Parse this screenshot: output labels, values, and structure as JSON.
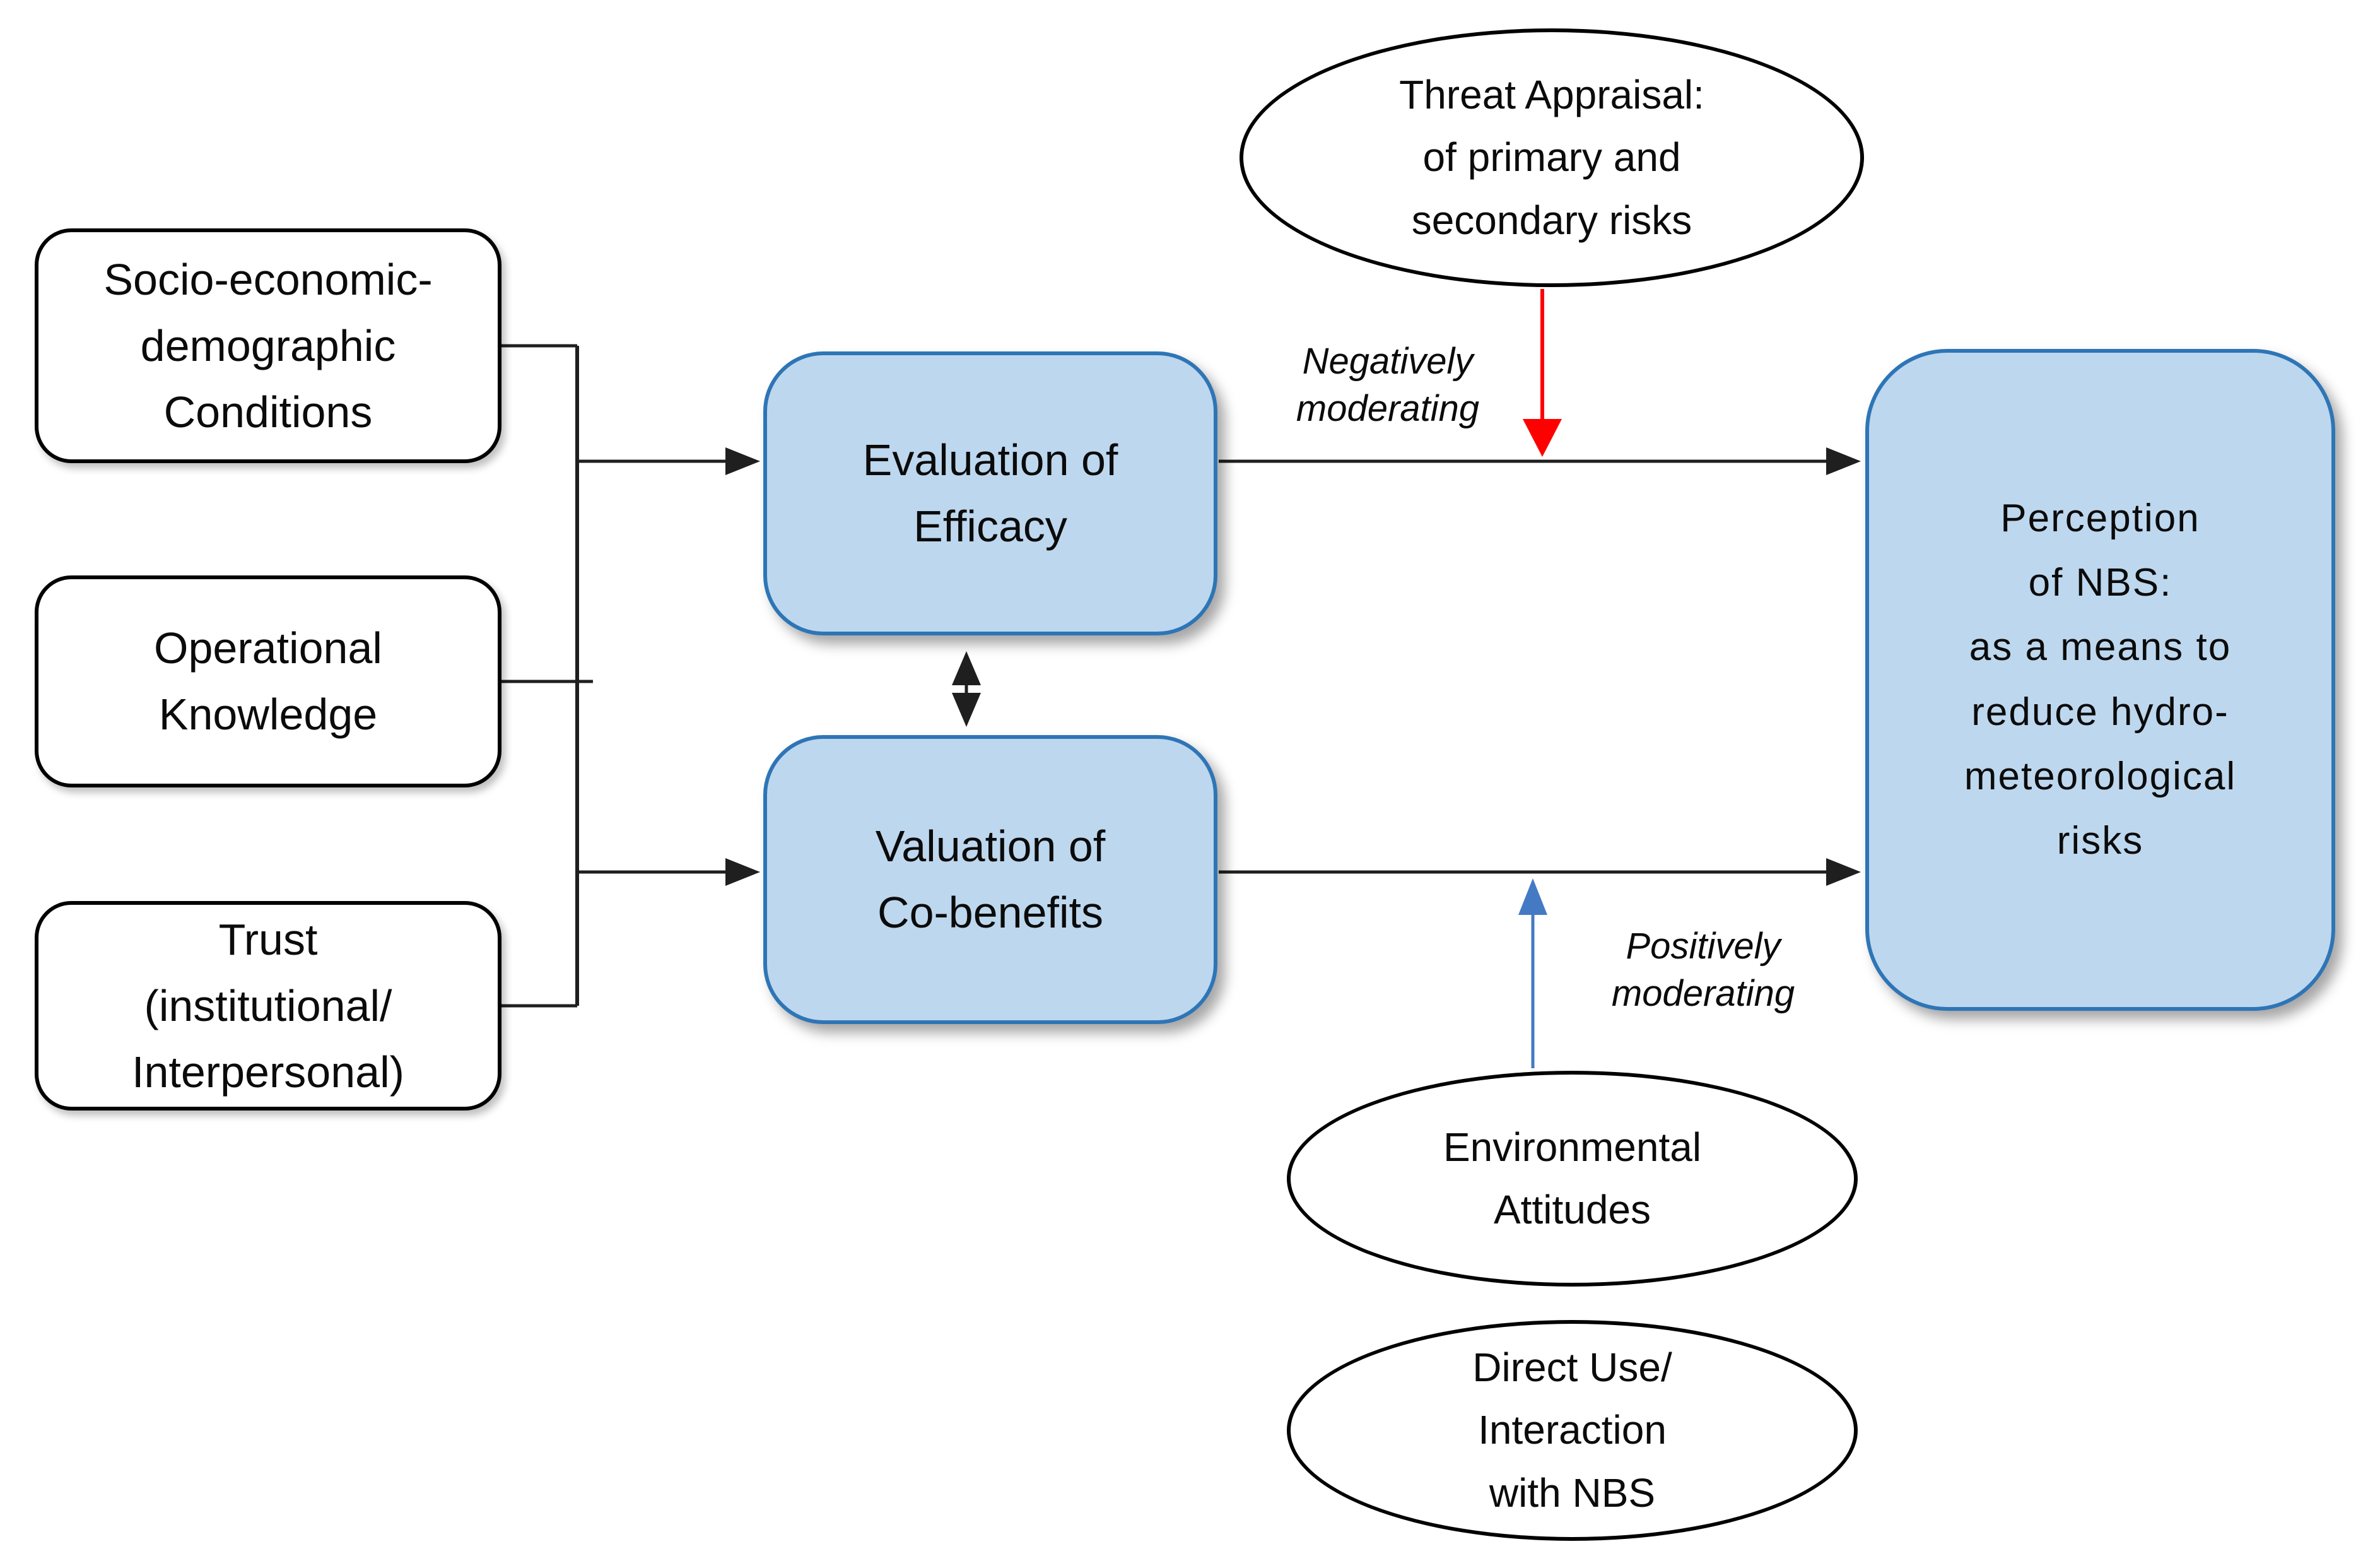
{
  "nodes": {
    "socio": {
      "label": "Socio-economic-\ndemographic\nConditions"
    },
    "operational": {
      "label": "Operational\nKnowledge"
    },
    "trust": {
      "label": "Trust\n(institutional/\nInterpersonal)"
    },
    "efficacy": {
      "label": "Evaluation of\nEfficacy"
    },
    "co_benefits": {
      "label": "Valuation of\nCo-benefits"
    },
    "perception": {
      "label": "Perception\nof NBS:\nas a means to\nreduce hydro-\nmeteorological\nrisks"
    },
    "threat": {
      "label": "Threat Appraisal:\nof primary and\nsecondary risks"
    },
    "environmental": {
      "label": "Environmental\nAttitudes"
    },
    "direct_use": {
      "label": "Direct Use/\nInteraction\nwith NBS"
    }
  },
  "annotations": {
    "negatively": "Negatively\nmoderating",
    "positively": "Positively\nmoderating"
  },
  "colors": {
    "node_fill": "#BDD7EE",
    "node_border": "#2E75B6",
    "arrow_black": "#1F1F1F",
    "arrow_red": "#FF0000",
    "arrow_blue": "#447AC4",
    "shape_border": "#000000",
    "text": "#0B0B0B",
    "background": "#FFFFFF"
  }
}
